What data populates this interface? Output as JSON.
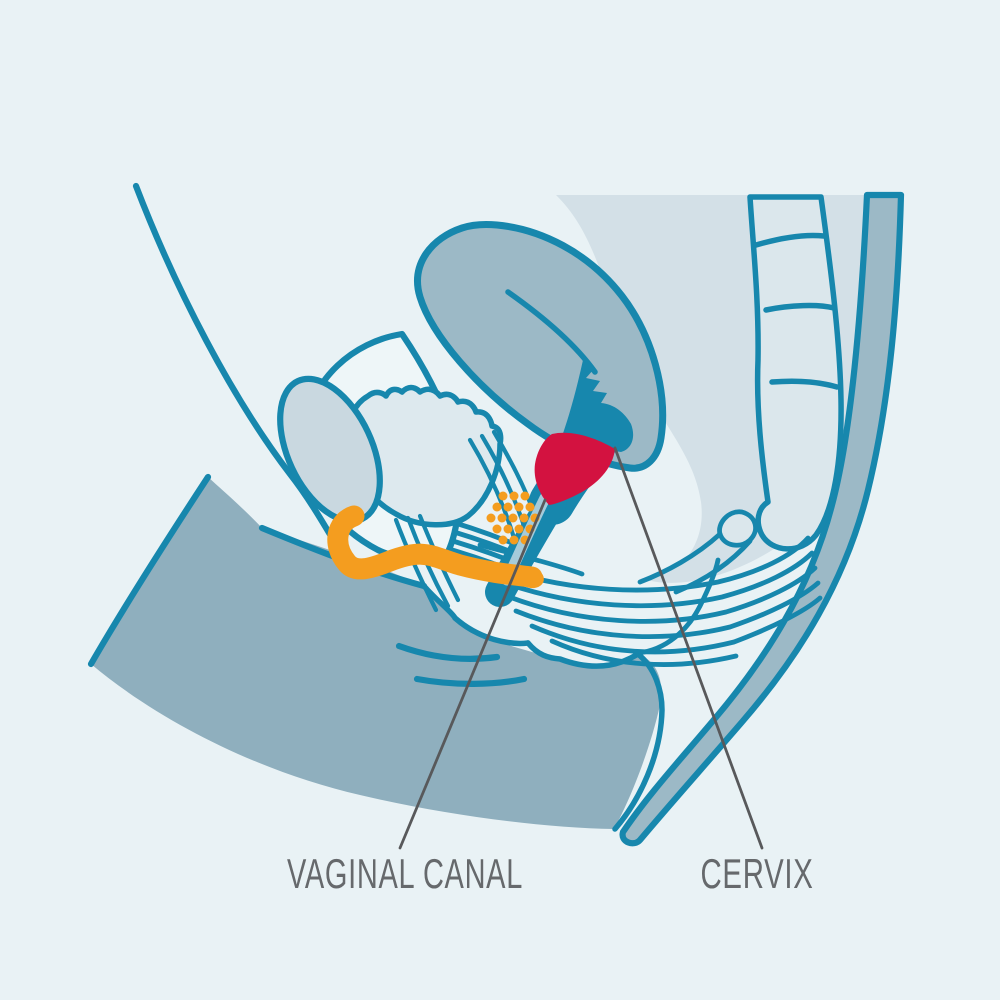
{
  "figure": {
    "kind": "medical-illustration",
    "view": "side cross-section of pelvis with menstrual cup in place"
  },
  "labels": {
    "vaginal_canal": "VAGINAL CANAL",
    "cervix": "CERVIX"
  },
  "colors": {
    "background": "#e9f2f5",
    "outline_teal": "#1787ad",
    "cup_red": "#d31240",
    "accent_orange": "#f49d1f",
    "body_fill": "#8fafbe",
    "organ_fill": "#9cb9c6",
    "bone_fill": "#dbe7ec",
    "backdrop_fill": "#d3e0e7",
    "bladder_fill": "#dde9ee",
    "envelope_fill": "#eef6f8",
    "pubic_fill": "#c9d8e0",
    "stem_blue": "#a5cbda",
    "leader_gray": "#58595b",
    "label_gray": "#66696c"
  }
}
